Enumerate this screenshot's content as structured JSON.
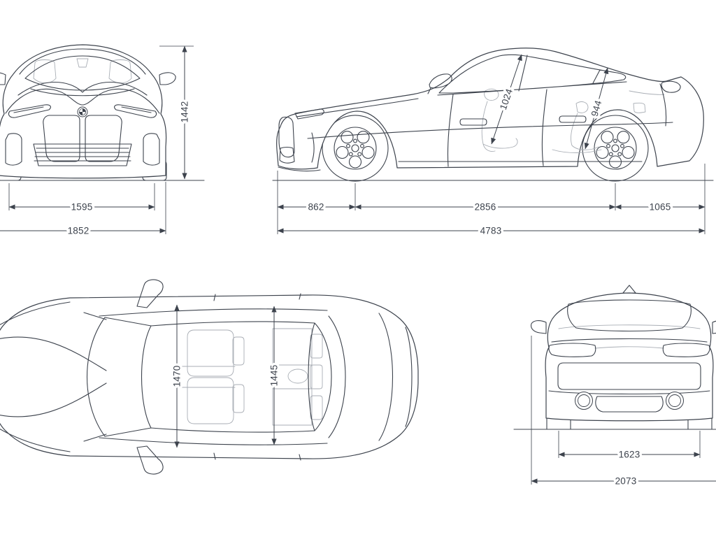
{
  "drawing": {
    "colors": {
      "line": "#3d434d",
      "faint_line": "#a9aeb5",
      "mesh": "#8a9098",
      "background": "#ffffff"
    },
    "views": {
      "front": {
        "height": "1442",
        "track_front": "1595",
        "body_width": "1852"
      },
      "side": {
        "headroom_front": "1024",
        "headroom_rear": "944",
        "overhang_front": "862",
        "wheelbase": "2856",
        "overhang_rear": "1065",
        "overall_length": "4783"
      },
      "top": {
        "interior_width_front": "1470",
        "interior_width_rear": "1445"
      },
      "rear": {
        "track_rear": "1623",
        "width_incl_mirrors": "2073"
      }
    }
  }
}
